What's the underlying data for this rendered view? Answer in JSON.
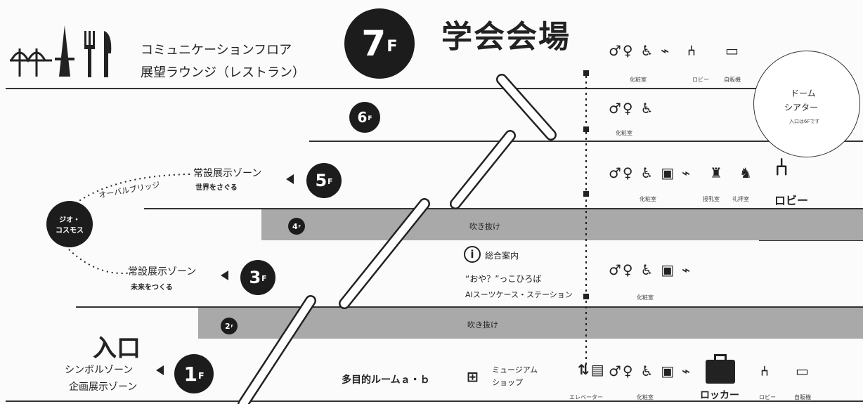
{
  "floors": {
    "f7": {
      "num": "7",
      "unit": "F",
      "title": "学会会場",
      "dest_line1": "コミュニケーションフロア",
      "dest_line2": "展望ラウンジ（レストラン）",
      "restroom": "化粧室",
      "lobby": "ロビー",
      "vending": "自販機"
    },
    "f6": {
      "num": "6",
      "unit": "F",
      "restroom": "化粧室"
    },
    "f5": {
      "num": "5",
      "unit": "F",
      "zone": "常設展示ゾーン",
      "zone_sub": "世界をさぐる",
      "restroom": "化粧室",
      "nursing": "授乳室",
      "prayer": "礼拝室",
      "lobby": "ロビー"
    },
    "f4": {
      "num": "4",
      "unit": "F",
      "void": "吹き抜け"
    },
    "f3": {
      "num": "3",
      "unit": "F",
      "zone": "常設展示ゾーン",
      "zone_sub": "未来をつくる",
      "info": "総合案内",
      "plaza": "“おや？”っこひろば",
      "station": "AIスーツケース・ステーション",
      "restroom": "化粧室"
    },
    "f2": {
      "num": "2",
      "unit": "F",
      "void": "吹き抜け"
    },
    "f1": {
      "num": "1",
      "unit": "F",
      "entrance": "入口",
      "zone1": "シンボルゾーン",
      "zone2": "企画展示ゾーン",
      "room": "多目的ルームａ・ｂ",
      "shop1": "ミュージアム",
      "shop2": "ショップ",
      "elevator": "エレベーター",
      "restroom": "化粧室",
      "locker": "ロッカー",
      "lobby": "ロビー",
      "vending": "自販機"
    }
  },
  "dome": {
    "line1": "ドーム",
    "line2": "シアター",
    "note": "入口は6Fです"
  },
  "geocosmos": {
    "line1": "ジオ・",
    "line2": "コスモス",
    "bridge": "オーバルブリッジ"
  },
  "colors": {
    "ink": "#1c1c1c",
    "void": "#a9a9a9",
    "line": "#333333"
  }
}
